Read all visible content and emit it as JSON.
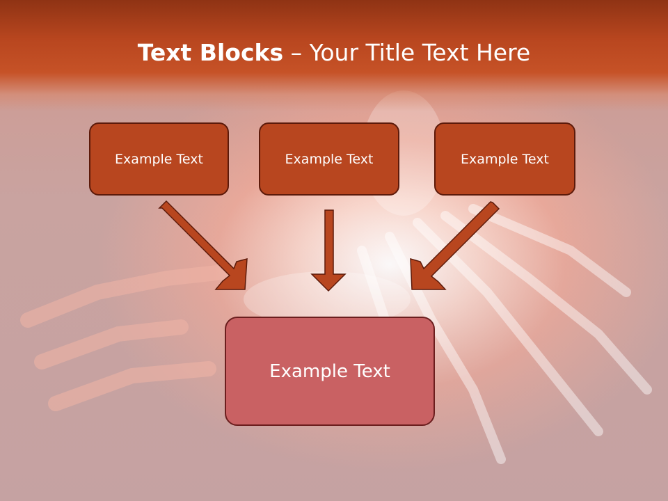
{
  "slide": {
    "title_bold": "Text Blocks",
    "title_dash": " – ",
    "title_rest": "Your Title Text Here",
    "blocks": [
      {
        "label": "Example Text"
      },
      {
        "label": "Example Text"
      },
      {
        "label": "Example Text"
      }
    ],
    "center_block": {
      "label": "Example Text"
    }
  },
  "colors": {
    "header": "#b8461f",
    "block_fill": "#b8461f",
    "center_fill": "#c96163",
    "arrow_fill": "#b8461f",
    "outline": "#5c1a0a"
  }
}
